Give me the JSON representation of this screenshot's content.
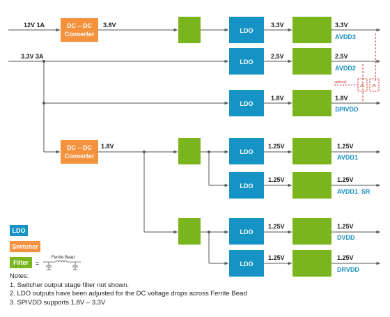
{
  "inputs": {
    "in_12v": "12V 1A",
    "in_3v3": "3.3V 3A"
  },
  "blocks": {
    "converter_line1": "DC – DC",
    "converter_line2": "Converter",
    "ldo": "LDO"
  },
  "voltages": {
    "v3_8": "3.8V",
    "v3_3": "3.3V",
    "v2_5": "2.5V",
    "v1_8": "1.8V",
    "v1_25": "1.25V"
  },
  "rails": {
    "avdd3": "AVDD3",
    "avdd2": "AVDD2",
    "spivdd": "SPIVDD",
    "avdd1": "AVDD1",
    "avdd1_sr": "AVDD1_SR",
    "dvdd": "DVDD",
    "drvdd": "DRVDD"
  },
  "optional_label": "optional",
  "legend": {
    "ldo": "LDO",
    "switcher": "Switcher",
    "filter": "Filter",
    "equals": "=",
    "ferrite_bead": "Ferrite Bead"
  },
  "notes": {
    "title": "Notes:",
    "items": [
      "1. Switcher output stage filter not shown.",
      "2. LDO outputs have been adjusted for the DC voltage drops across Ferrite Bead",
      "3. SPIVDD supports 1.8V – 3.3V"
    ]
  },
  "colors": {
    "ldo": "#1593c4",
    "switcher": "#f5923e",
    "filter": "#7ab51d",
    "rail_text": "#1a8fc0",
    "optional": "#d33333"
  }
}
